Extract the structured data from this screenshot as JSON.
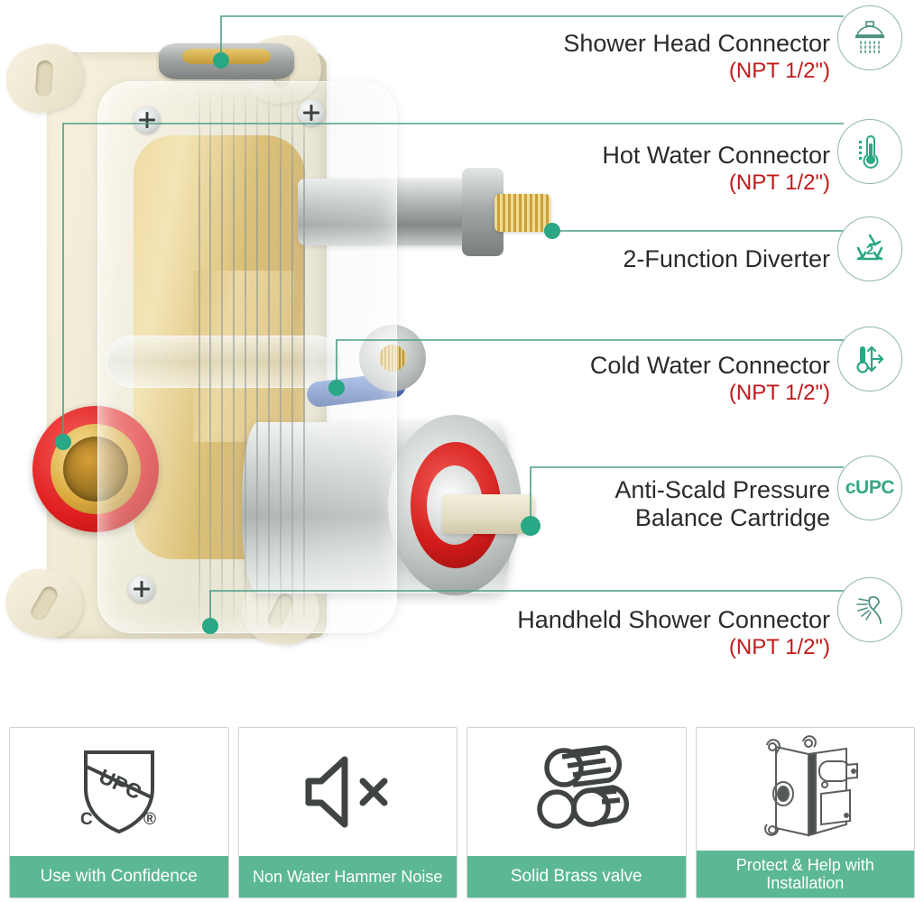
{
  "product": {
    "alt_name": "shower-valve-cutaway"
  },
  "callouts": [
    {
      "id": "shower-head",
      "title": "Shower Head Connector",
      "spec": "(NPT 1/2\")",
      "icon": "shower-head-icon"
    },
    {
      "id": "hot-water",
      "title": "Hot Water Connector",
      "spec": "(NPT 1/2\")",
      "icon": "thermometer-hot-icon"
    },
    {
      "id": "diverter",
      "title": "2-Function Diverter",
      "spec": "",
      "icon": "recycle-two-icon"
    },
    {
      "id": "cold-water",
      "title": "Cold Water Connector",
      "spec": "(NPT 1/2\")",
      "icon": "thermometer-snowflake-icon"
    },
    {
      "id": "cartridge",
      "title_line1": "Anti-Scald Pressure",
      "title_line2": "Balance Cartridge",
      "spec": "",
      "icon": "cupc-badge",
      "icon_text": "cUPC"
    },
    {
      "id": "handheld",
      "title": "Handheld Shower Connector",
      "spec": "(NPT 1/2\")",
      "icon": "handheld-shower-icon"
    }
  ],
  "cards": [
    {
      "id": "upc",
      "caption": "Use with Confidence",
      "icon": "upc-shield-icon",
      "shield_text": "UPC",
      "shield_left": "C",
      "shield_right": "®"
    },
    {
      "id": "no-hammer",
      "caption": "Non Water Hammer Noise",
      "icon": "mute-speaker-icon"
    },
    {
      "id": "brass",
      "caption": "Solid Brass valve",
      "icon": "brass-tubes-icon"
    },
    {
      "id": "protect",
      "caption": "Protect & Help with Installation",
      "icon": "valve-line-art-icon"
    }
  ],
  "colors": {
    "accent_green": "#5cb894",
    "callout_line": "#4e9e88",
    "spec_red": "#c01a1a",
    "label_text": "#2b2b2b",
    "badge_border": "#8fb7ab",
    "icon_green": "#34a97f"
  }
}
